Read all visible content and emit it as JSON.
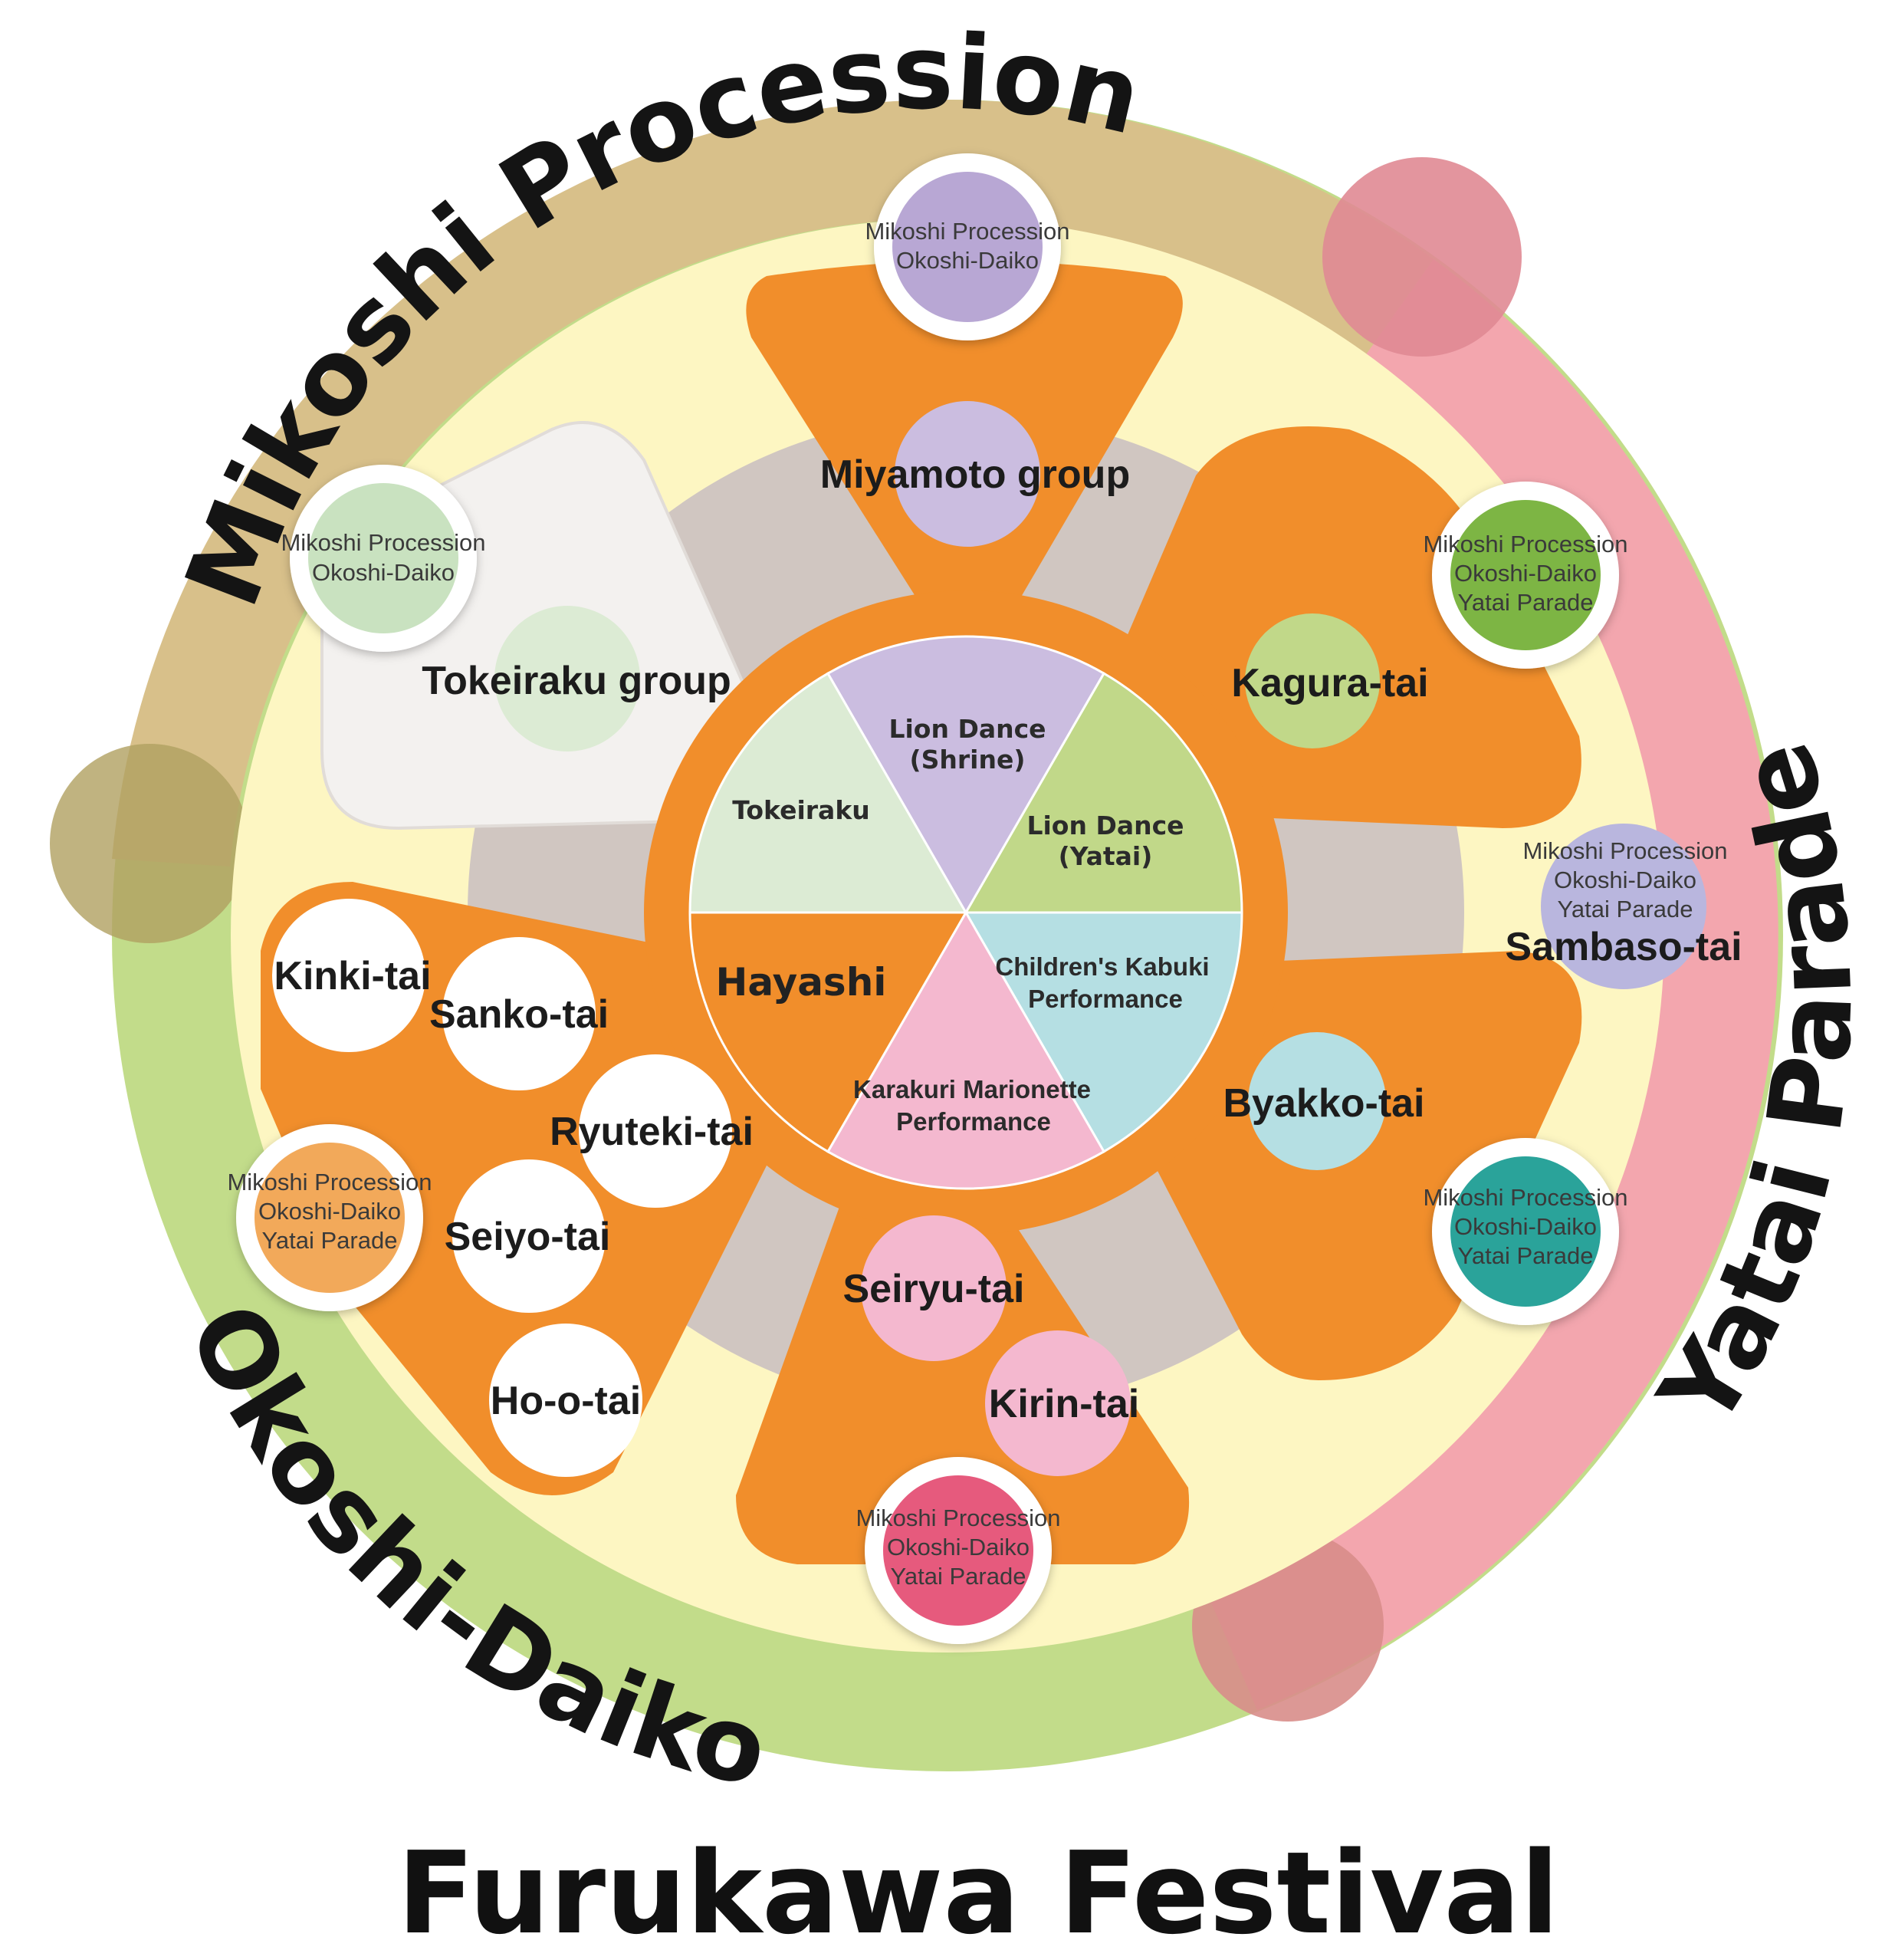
{
  "title": "Furukawa Festival",
  "rings": {
    "outer_top": "Mikoshi Procession",
    "outer_right": "Yatai Parade",
    "outer_bottom_left": "Okoshi-Daiko"
  },
  "center_pie": {
    "segments": [
      {
        "label": "Tokeiraku",
        "color": "#dcebd4"
      },
      {
        "label": "Lion Dance\n(Shrine)",
        "line1": "Lion Dance",
        "line2": "(Shrine)",
        "color": "#cbbde0"
      },
      {
        "label": "Lion Dance\n(Yatai)",
        "line1": "Lion Dance",
        "line2": "(Yatai)",
        "color": "#c1d889"
      },
      {
        "label": "Children's Kabuki\nPerformance",
        "line1": "Children's Kabuki",
        "line2": "Performance",
        "color": "#b5dfe3"
      },
      {
        "label": "Karakuri Marionette\nPerformance",
        "line1": "Karakuri Marionette",
        "line2": "Performance",
        "color": "#f4b8cf"
      },
      {
        "label": "Hayashi",
        "color": "#f18e2b"
      }
    ]
  },
  "groups": {
    "miyamoto": {
      "label": "Miyamoto group",
      "badge": [
        "Mikoshi Procession",
        "Okoshi-Daiko"
      ],
      "badge_color": "#b8a7d4"
    },
    "tokeiraku": {
      "label": "Tokeiraku group",
      "badge": [
        "Mikoshi Procession",
        "Okoshi-Daiko"
      ],
      "badge_color": "#c9e2c0"
    },
    "kagura": {
      "label": "Kagura-tai",
      "badge": [
        "Mikoshi Procession",
        "Okoshi-Daiko",
        "Yatai Parade"
      ],
      "badge_color": "#7db544"
    },
    "sambaso": {
      "label": "Sambaso-tai",
      "badge": [
        "Mikoshi Procession",
        "Okoshi-Daiko",
        "Yatai Parade"
      ],
      "badge_color": "#b9b6de"
    },
    "byakko": {
      "label": "Byakko-tai",
      "badge": [
        "Mikoshi Procession",
        "Okoshi-Daiko",
        "Yatai Parade"
      ],
      "badge_color": "#2aa39a"
    },
    "seiryu_kirin": {
      "labels": [
        "Seiryu-tai",
        "Kirin-tai"
      ],
      "badge": [
        "Mikoshi Procession",
        "Okoshi-Daiko",
        "Yatai Parade"
      ],
      "badge_color": "#e65a7d"
    },
    "hayashi": {
      "labels": [
        "Kinki-tai",
        "Sanko-tai",
        "Ryuteki-tai",
        "Seiyo-tai",
        "Ho-o-tai"
      ],
      "badge": [
        "Mikoshi Procession",
        "Okoshi-Daiko",
        "Yatai Parade"
      ],
      "badge_color": "#f2a95a"
    }
  },
  "colors": {
    "mikoshi_ring": "#d8c08a",
    "yatai_ring": "#f3a6ae",
    "okoshi_ring": "#c2dc8a",
    "inner_field": "#fdf6c2",
    "gray_ring": "#d0c6c1",
    "orange": "#f18e2b"
  }
}
